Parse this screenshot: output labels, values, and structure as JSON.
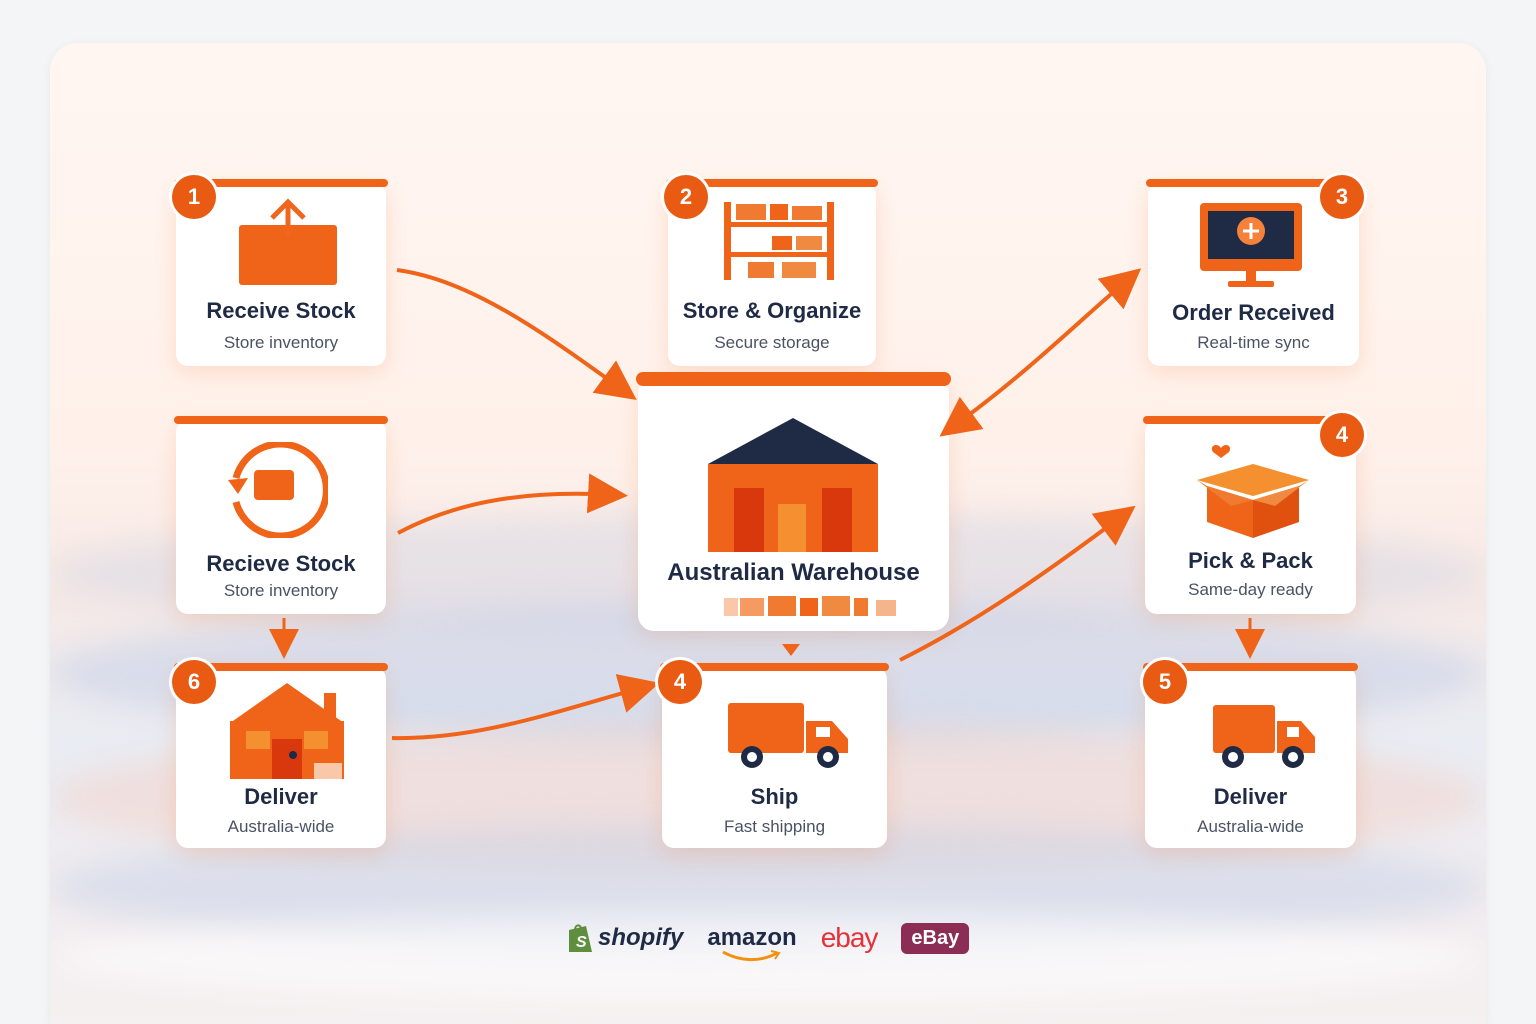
{
  "colors": {
    "accent": "#ef6418",
    "navy": "#1f2a44",
    "badge": "#e95a12"
  },
  "steps": {
    "receive1": {
      "badge": "1",
      "title": "Receive Stock",
      "sub": "Store inventory",
      "icon": "box-upload-icon"
    },
    "store": {
      "badge": "2",
      "title": "Store & Organize",
      "sub": "Secure storage",
      "icon": "shelves-icon"
    },
    "order": {
      "badge": "3",
      "title": "Order Received",
      "sub": "Real-time sync",
      "icon": "monitor-plus-icon"
    },
    "receive2": {
      "title": "Recieve Stock",
      "sub": "Store inventory",
      "icon": "return-cycle-icon"
    },
    "warehouse": {
      "title": "Australian Warehouse",
      "icon": "warehouse-icon"
    },
    "pick": {
      "badge": "4",
      "title": "Pick & Pack",
      "sub": "Same-day ready",
      "icon": "open-box-icon"
    },
    "deliver_left": {
      "badge": "6",
      "title": "Deliver",
      "sub": "Australia-wide",
      "icon": "house-icon"
    },
    "ship": {
      "badge": "4",
      "title": "Ship",
      "sub": "Fast shipping",
      "icon": "truck-icon"
    },
    "deliver_right": {
      "badge": "5",
      "title": "Deliver",
      "sub": "Australia-wide",
      "icon": "truck-icon"
    }
  },
  "logos": {
    "shopify": "shopify",
    "amazon": "amazon",
    "ebay": "ebay",
    "ebay2": "eBay"
  }
}
